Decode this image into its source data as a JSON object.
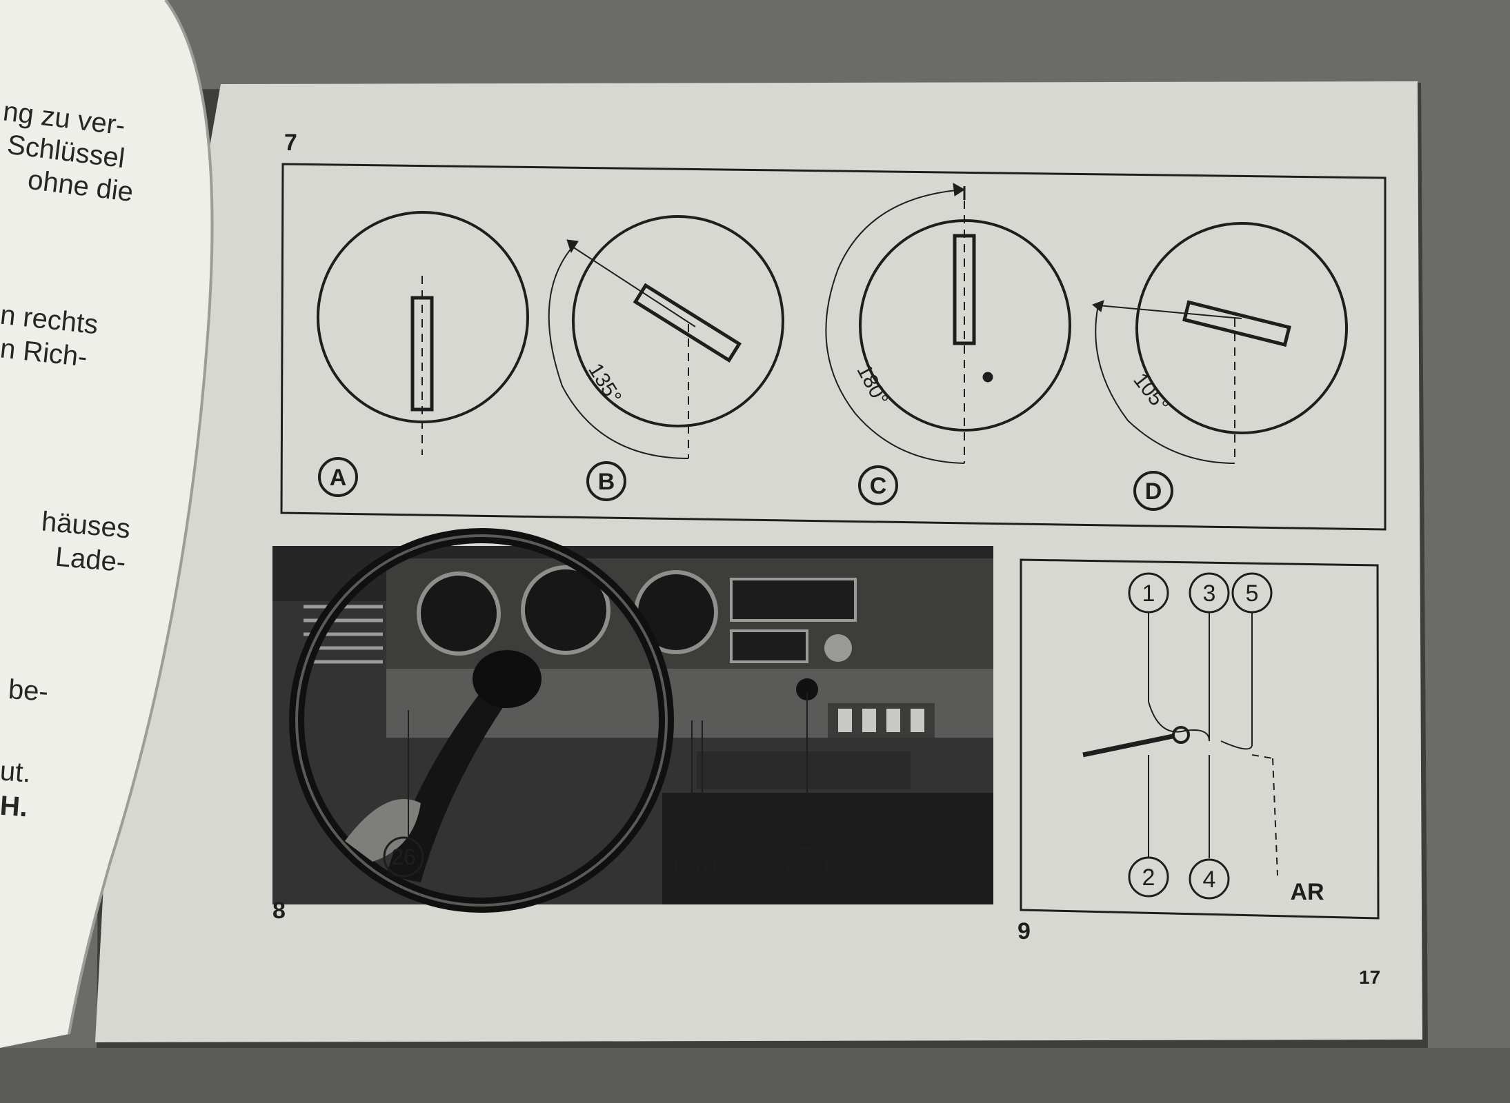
{
  "left_page": {
    "lines": [
      "ng zu ver-",
      "Schlüssel",
      "ohne die",
      "n  rechts",
      "n  Rich-",
      "häuses",
      "Lade-",
      "be-",
      "ut.",
      "H."
    ]
  },
  "fig7": {
    "number": "7",
    "panels": [
      {
        "letter": "A",
        "angle": ""
      },
      {
        "letter": "B",
        "angle": "135°"
      },
      {
        "letter": "C",
        "angle": "180°"
      },
      {
        "letter": "D",
        "angle": "105°"
      }
    ]
  },
  "fig8": {
    "number": "8",
    "callouts": [
      "26",
      "28",
      "7"
    ]
  },
  "fig9": {
    "number": "9",
    "gears_top": [
      "1",
      "3",
      "5"
    ],
    "gears_bottom": [
      "2",
      "4"
    ],
    "reverse": "AR"
  },
  "page_number": "17",
  "colors": {
    "paper": "#d9d9d4",
    "ink": "#1e1e1e",
    "background": "#6e6e6c"
  }
}
